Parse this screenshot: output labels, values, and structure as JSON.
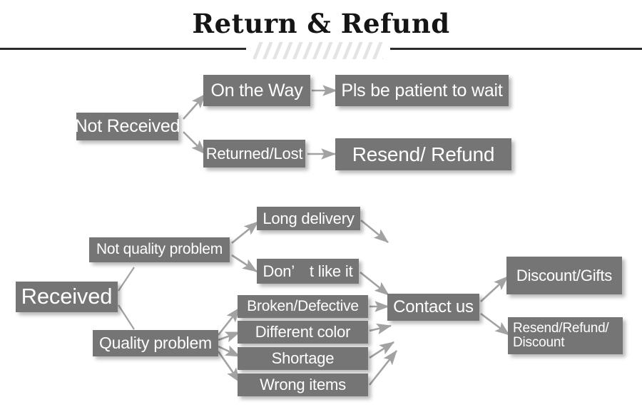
{
  "header": {
    "title": "Return & Refund",
    "divider_icon": "hatched-divider-icon"
  },
  "flow": {
    "not_received": {
      "root_label": "Not Received",
      "branches": [
        {
          "label": "On the Way",
          "outcome": "Pls be patient to wait"
        },
        {
          "label": "Returned/Lost",
          "outcome": "Resend/ Refund"
        }
      ]
    },
    "received": {
      "root_label": "Received",
      "categories": [
        {
          "label": "Not quality problem",
          "reasons": [
            "Long delivery",
            "Don’　t like it"
          ]
        },
        {
          "label": "Quality problem",
          "reasons": [
            "Broken/Defective",
            "Different color",
            "Shortage",
            "Wrong items"
          ]
        }
      ],
      "action": "Contact us",
      "resolutions": [
        "Discount/Gifts",
        "Resend/Refund/\nDiscount"
      ]
    }
  },
  "colors": {
    "box_fill": "#757575",
    "box_text": "#ffffff",
    "arrow": "#a2a2a2",
    "title_text": "#151515",
    "divider_line": "#2b2b2b",
    "divider_hatch": "#e2e2e2",
    "background": "#ffffff"
  }
}
